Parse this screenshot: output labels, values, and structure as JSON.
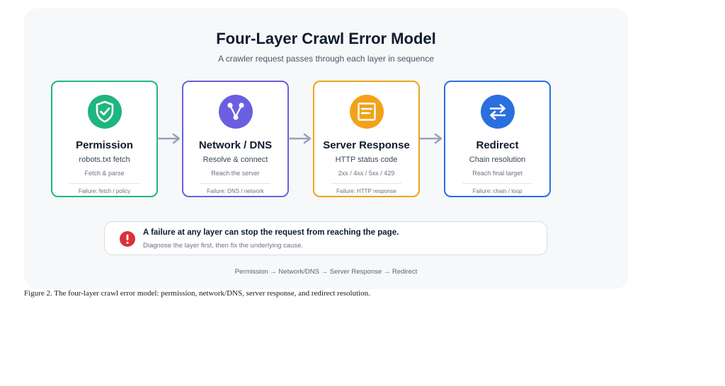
{
  "title": "Four-Layer Crawl Error Model",
  "subtitle": "A crawler request passes through each layer in sequence",
  "layers": [
    {
      "name": "Permission",
      "line1": "robots.txt fetch",
      "line2": "Fetch & parse",
      "failure": "Failure: fetch / policy",
      "color": "#1fb57f",
      "icon": "shield-check-icon"
    },
    {
      "name": "Network / DNS",
      "line1": "Resolve & connect",
      "line2": "Reach the server",
      "failure": "Failure: DNS / network",
      "color": "#6a5fe0",
      "icon": "network-nodes-icon"
    },
    {
      "name": "Server Response",
      "line1": "HTTP status code",
      "line2": "2xx / 4xx / 5xx / 429",
      "failure": "Failure: HTTP response",
      "color": "#f2a21a",
      "icon": "server-document-icon"
    },
    {
      "name": "Redirect",
      "line1": "Chain resolution",
      "line2": "Reach final target",
      "failure": "Failure: chain / loop",
      "color": "#2a6fe0",
      "icon": "redirect-arrows-icon"
    }
  ],
  "alert": {
    "title": "A failure at any layer can stop the request from reaching the page.",
    "subtitle": "Diagnose the layer first, then fix the underlying cause.",
    "icon": "exclamation-circle-icon",
    "color": "#dc2f3a"
  },
  "sequence": "Permission → Network/DNS → Server Response → Redirect",
  "caption": "Figure 2. The four-layer crawl error model: permission, network/DNS, server response, and redirect resolution.",
  "colors": {
    "arrow": "#94a3b8",
    "panel": "#f6f8fa"
  }
}
